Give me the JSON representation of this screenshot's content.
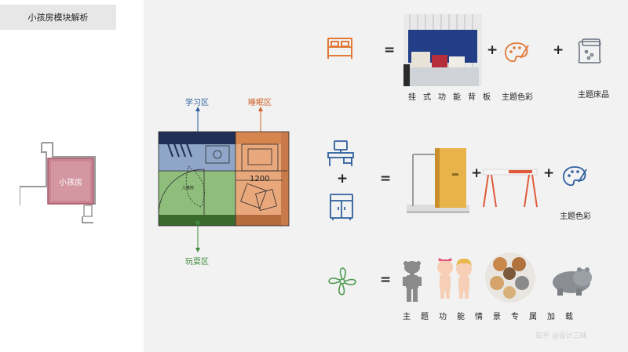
{
  "header": {
    "title": "小孩房模块解析"
  },
  "key_plan": {
    "room_label": "小孩房"
  },
  "floor_plan": {
    "zones": {
      "study": "学习区",
      "sleep": "睡眠区",
      "play": "玩耍区"
    },
    "dimension": "1200",
    "room_tag": "儿童房"
  },
  "rows": [
    {
      "icons": [
        "bed-icon"
      ],
      "operators": [
        "=",
        "+",
        "+"
      ],
      "captions": [
        "挂式功能背板",
        "主题色彩",
        "主题床品"
      ]
    },
    {
      "icons": [
        "desk-icon",
        "cabinet-icon"
      ],
      "operators": [
        "+",
        "=",
        "+",
        "+"
      ],
      "captions": [
        "主题色彩"
      ]
    },
    {
      "icons": [
        "fan-icon"
      ],
      "operators": [
        "="
      ],
      "captions": [
        "主题功能情景专属加载"
      ]
    }
  ],
  "colors": {
    "accent_orange": "#e07a3a",
    "accent_blue": "#2f5f9e",
    "accent_green": "#4f9a4f",
    "plan_red": "#b85a6a"
  },
  "watermark": "知乎 @设计三昧"
}
